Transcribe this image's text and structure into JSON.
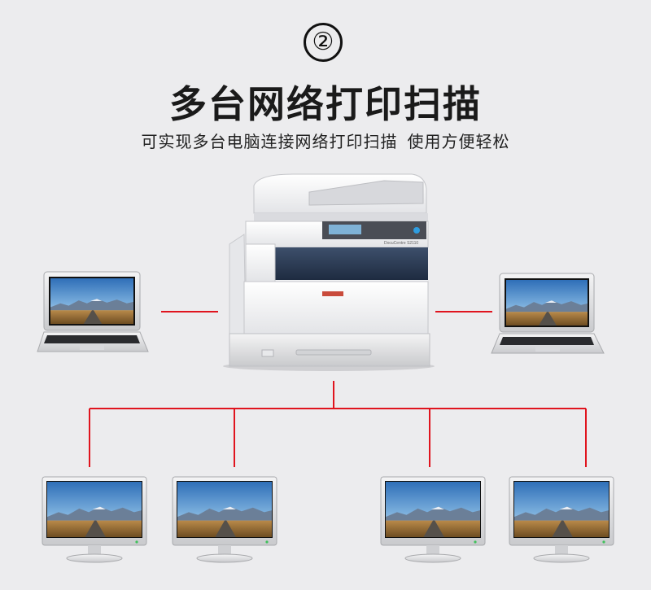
{
  "step_number": "②",
  "title": "多台网络打印扫描",
  "subtitle_part1": "可实现多台电脑连接网络打印扫描",
  "subtitle_part2": "使用方便轻松",
  "colors": {
    "background": "#ececee",
    "connection_line": "#e0141e",
    "screen_sky": "#3f7fc4"
  },
  "devices": {
    "printer": {
      "brand_label": "DocuCentre S2110"
    },
    "laptops": [
      "laptop-left",
      "laptop-right"
    ],
    "monitors": [
      "monitor-1",
      "monitor-2",
      "monitor-3",
      "monitor-4"
    ]
  }
}
